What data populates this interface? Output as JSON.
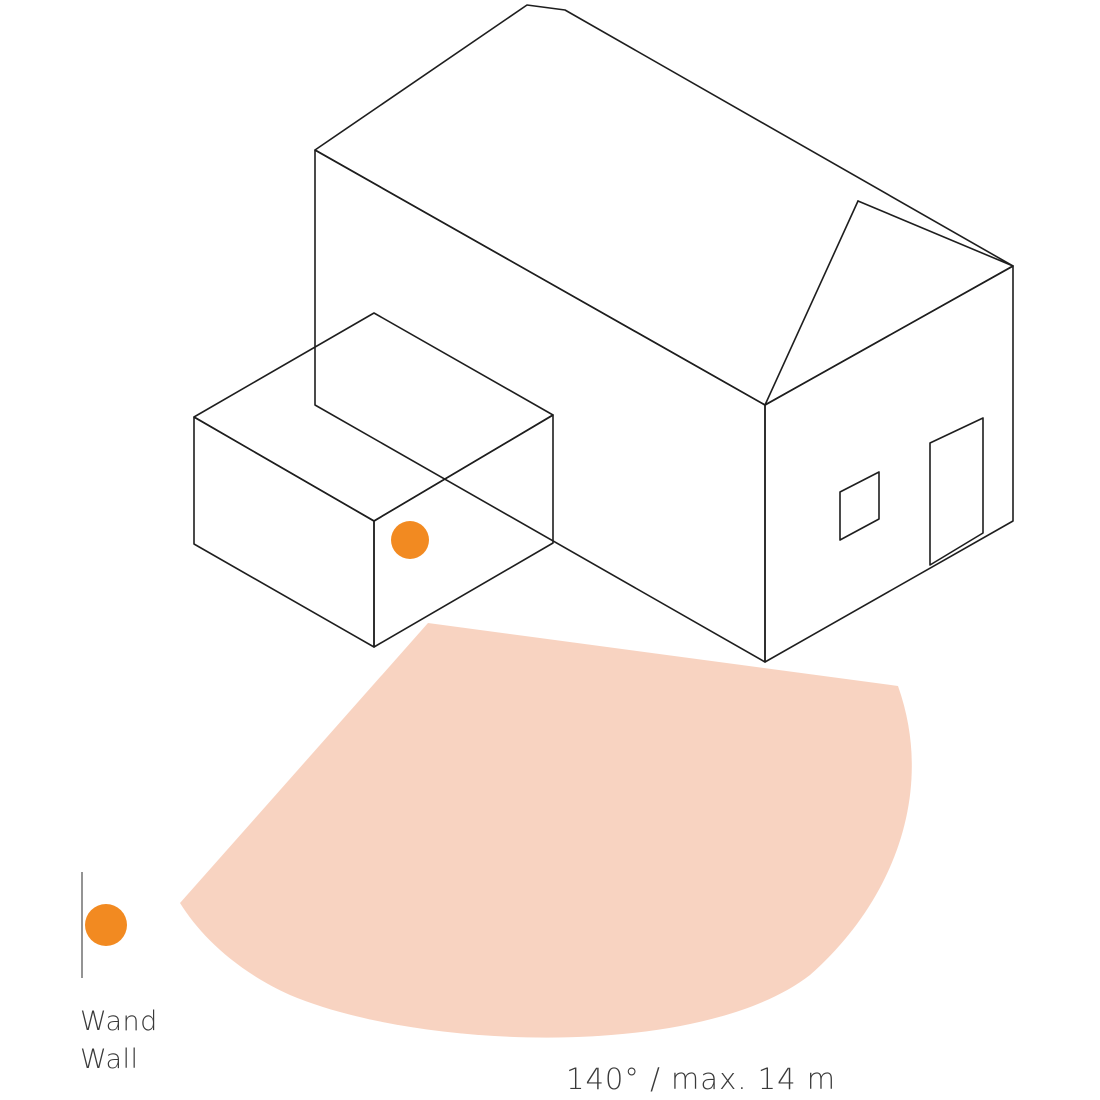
{
  "labels": {
    "wall_de": "Wand",
    "wall_en": "Wall",
    "coverage_spec": "140° / max. 14 m"
  },
  "colors": {
    "line": "#1e1e1e",
    "sensor": "#f28a21",
    "detection_zone": "#f8d3c1",
    "text": "#3a3a3a",
    "background": "#ffffff"
  },
  "icons": {
    "sensor": "orange-dot-icon"
  },
  "detection_angle_deg": 140,
  "detection_range_m": 14
}
